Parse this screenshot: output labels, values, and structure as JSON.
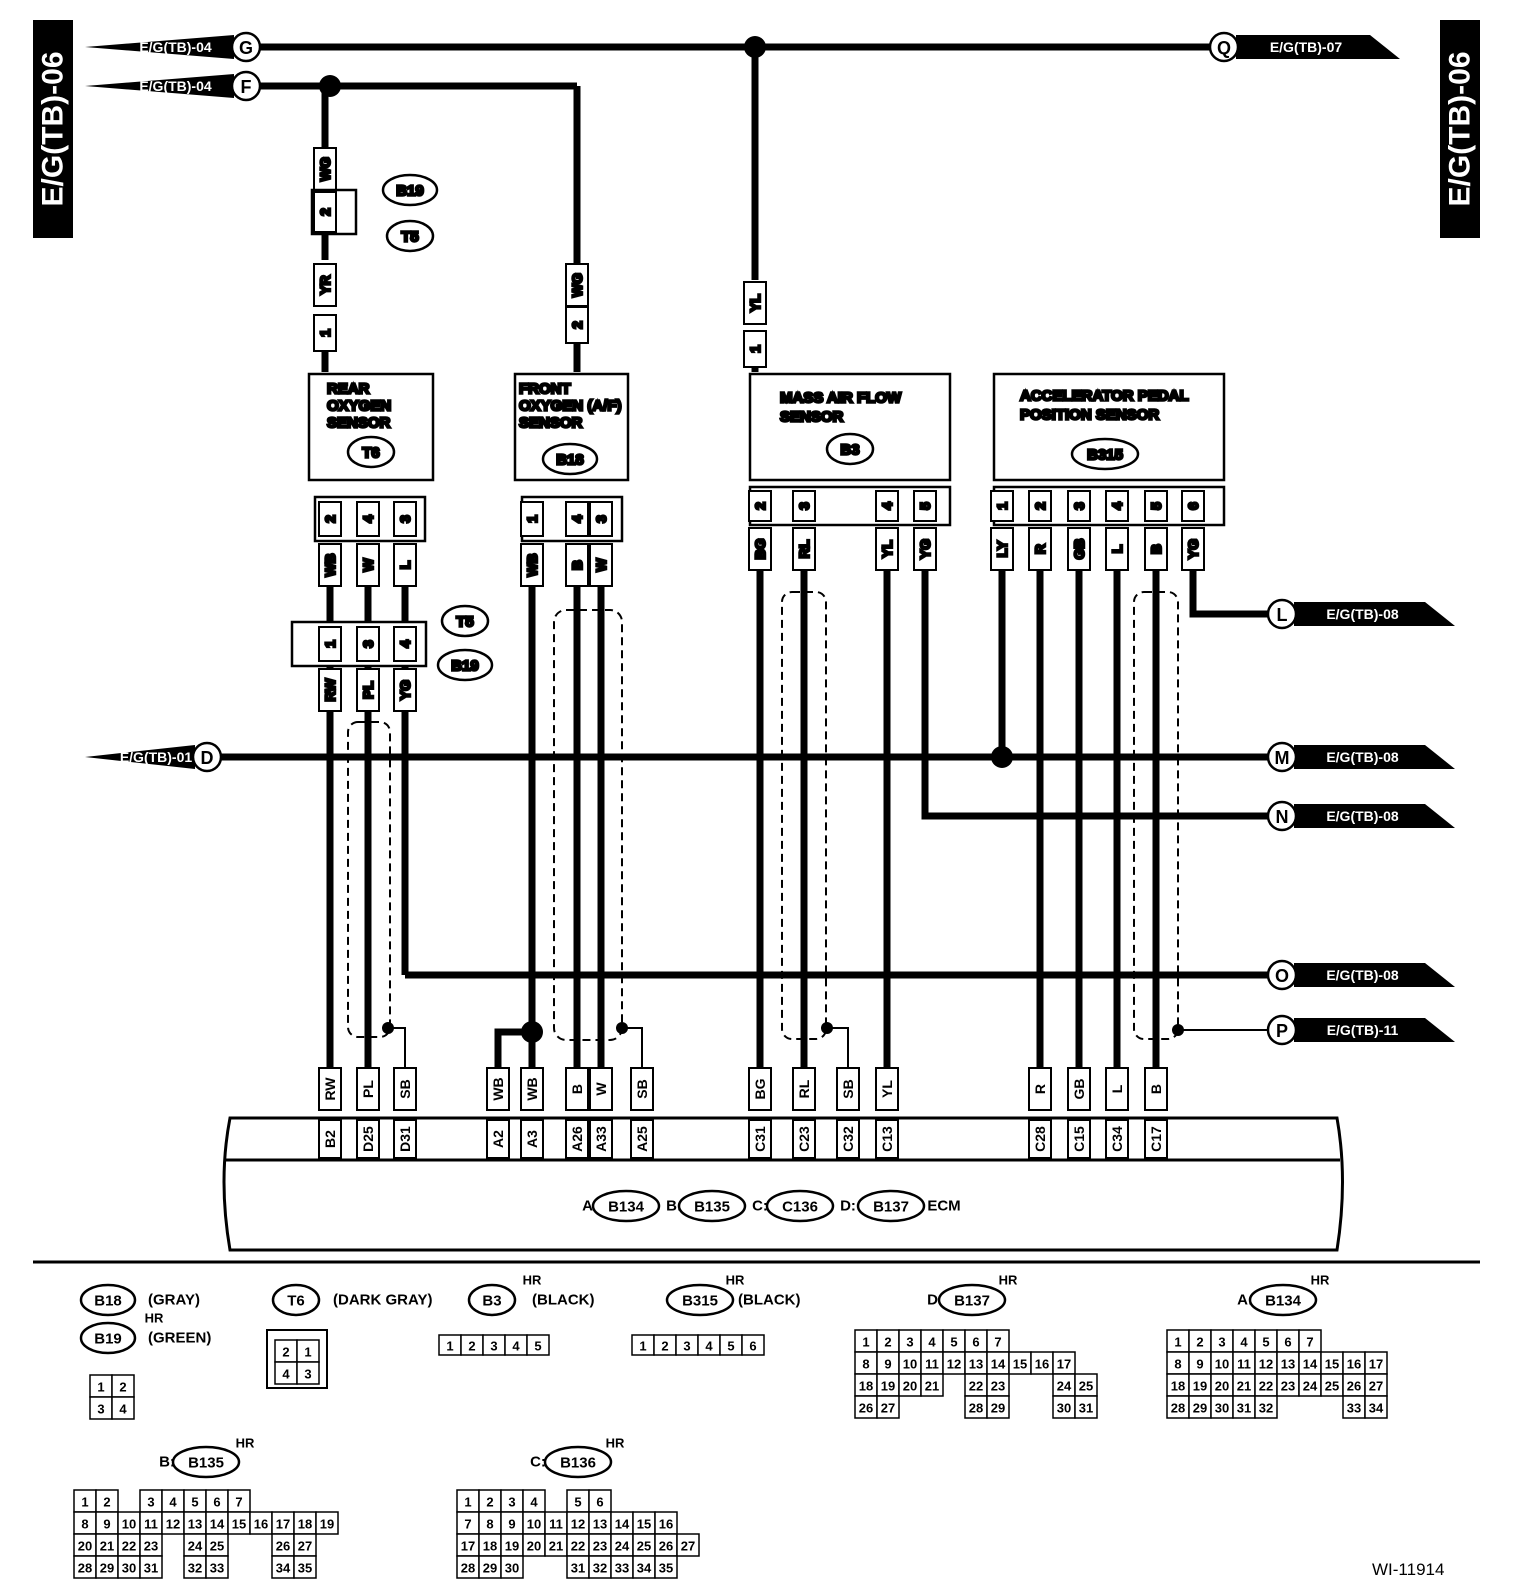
{
  "page_tabs": {
    "left": "E/G(TB)-06",
    "right": "E/G(TB)-06"
  },
  "figure_id": "WI-11914",
  "refs": {
    "G": {
      "letter": "G",
      "label": "E/G(TB)-04"
    },
    "F": {
      "letter": "F",
      "label": "E/G(TB)-04"
    },
    "Q": {
      "letter": "Q",
      "label": "E/G(TB)-07"
    },
    "D": {
      "letter": "D",
      "label": "E/G(TB)-01"
    },
    "L": {
      "letter": "L",
      "label": "E/G(TB)-08"
    },
    "M": {
      "letter": "M",
      "label": "E/G(TB)-08"
    },
    "N": {
      "letter": "N",
      "label": "E/G(TB)-08"
    },
    "O": {
      "letter": "O",
      "label": "E/G(TB)-08"
    },
    "P": {
      "letter": "P",
      "label": "E/G(TB)-11"
    }
  },
  "components": {
    "rear_o2": {
      "lines": [
        "REAR",
        "OXYGEN",
        "SENSOR"
      ],
      "connector": "T6"
    },
    "front_o2": {
      "lines": [
        "FRONT",
        "OXYGEN (A/F)",
        "SENSOR"
      ],
      "connector": "B18"
    },
    "maf": {
      "lines": [
        "MASS AIR FLOW",
        "SENSOR"
      ],
      "connector": "B3"
    },
    "apps": {
      "lines": [
        "ACCELERATOR PEDAL",
        "POSITION SENSOR"
      ],
      "connector": "B315"
    }
  },
  "wires": {
    "rear_in_upper": "WG",
    "rear_in_lower": "YR",
    "front_in": "WG",
    "maf_in": "YL",
    "rear_o2_pins": [
      {
        "pin": "2",
        "color": "WB"
      },
      {
        "pin": "4",
        "color": "W"
      },
      {
        "pin": "3",
        "color": "L"
      }
    ],
    "front_o2_pins": [
      {
        "pin": "1",
        "color": "WB"
      },
      {
        "pin": "4",
        "color": "B"
      },
      {
        "pin": "3",
        "color": "W"
      }
    ],
    "maf_pins": [
      {
        "pin": "2",
        "color": "BG"
      },
      {
        "pin": "3",
        "color": "RL"
      },
      {
        "pin": "4",
        "color": "YL"
      },
      {
        "pin": "5",
        "color": "YG"
      }
    ],
    "apps_pins": [
      {
        "pin": "1",
        "color": "LY"
      },
      {
        "pin": "2",
        "color": "R"
      },
      {
        "pin": "3",
        "color": "GB"
      },
      {
        "pin": "4",
        "color": "L"
      },
      {
        "pin": "5",
        "color": "B"
      },
      {
        "pin": "6",
        "color": "YG"
      }
    ],
    "joint_lower_pins": [
      {
        "pin": "1",
        "color": "RW"
      },
      {
        "pin": "3",
        "color": "PL"
      },
      {
        "pin": "4",
        "color": "YG"
      }
    ],
    "pin_single_rear": "2",
    "pin_single_rear_low": "1",
    "pin_single_front": "2",
    "pin_single_maf": "1"
  },
  "joint_connectors": {
    "b19": "B19",
    "t5": "T5"
  },
  "ecm_terminals": [
    {
      "color": "RW",
      "pin": "B2"
    },
    {
      "color": "PL",
      "pin": "D25"
    },
    {
      "color": "SB",
      "pin": "D31"
    },
    {
      "color": "WB",
      "pin": "A2"
    },
    {
      "color": "WB",
      "pin": "A3"
    },
    {
      "color": "B",
      "pin": "A26"
    },
    {
      "color": "W",
      "pin": "A33"
    },
    {
      "color": "SB",
      "pin": "A25"
    },
    {
      "color": "BG",
      "pin": "C31"
    },
    {
      "color": "RL",
      "pin": "C23"
    },
    {
      "color": "SB",
      "pin": "C32"
    },
    {
      "color": "YL",
      "pin": "C13"
    },
    {
      "color": "R",
      "pin": "C28"
    },
    {
      "color": "GB",
      "pin": "C15"
    },
    {
      "color": "L",
      "pin": "C34"
    },
    {
      "color": "B",
      "pin": "C17"
    }
  ],
  "ecm_legend": {
    "a_prefix": "A:",
    "a_conn": "B134",
    "b_prefix": "B:",
    "b_conn": "B135",
    "c_prefix": "C:",
    "c_conn": "C136",
    "d_prefix": "D:",
    "d_conn": "B137",
    "name": "ECM"
  },
  "legend": {
    "b18": {
      "conn": "B18",
      "desc": "(GRAY)"
    },
    "b19": {
      "conn": "B19",
      "desc": "(GREEN)",
      "tag": "HR"
    },
    "t6": {
      "conn": "T6",
      "desc": "(DARK GRAY)"
    },
    "b3": {
      "conn": "B3",
      "desc": "(BLACK)",
      "tag": "HR"
    },
    "b315": {
      "conn": "B315",
      "desc": "(BLACK)",
      "tag": "HR"
    },
    "d137": {
      "prefix": "D:",
      "conn": "B137",
      "tag": "HR"
    },
    "a134": {
      "prefix": "A:",
      "conn": "B134",
      "tag": "HR"
    },
    "b135": {
      "prefix": "B:",
      "conn": "B135",
      "tag": "HR"
    },
    "c136": {
      "prefix": "C:",
      "conn": "B136",
      "tag": "HR"
    }
  },
  "grids": {
    "g4": [
      [
        "1",
        "2"
      ],
      [
        "3",
        "4"
      ]
    ],
    "t6": [
      [
        "2",
        "1"
      ],
      [
        "4",
        "3"
      ]
    ],
    "b3": [
      [
        "1",
        "2",
        "3",
        "4",
        "5"
      ]
    ],
    "b315": [
      [
        "1",
        "2",
        "3",
        "4",
        "5",
        "6"
      ]
    ],
    "d137": [
      [
        "1",
        "2",
        "3",
        "4",
        "5",
        "6",
        "7"
      ],
      [
        "8",
        "9",
        "10",
        "11",
        "12",
        "13",
        "14",
        "15",
        "16",
        "17"
      ],
      [
        "18",
        "19",
        "20",
        "21",
        "",
        "22",
        "23",
        "",
        "",
        "24",
        "25"
      ],
      [
        "26",
        "27",
        "",
        "",
        "",
        "28",
        "29",
        "",
        "",
        "30",
        "31"
      ]
    ],
    "a134": [
      [
        "1",
        "2",
        "3",
        "4",
        "5",
        "6",
        "7"
      ],
      [
        "8",
        "9",
        "10",
        "11",
        "12",
        "13",
        "14",
        "15",
        "16",
        "17"
      ],
      [
        "18",
        "19",
        "20",
        "21",
        "22",
        "23",
        "24",
        "25",
        "26",
        "27"
      ],
      [
        "28",
        "29",
        "30",
        "31",
        "32",
        "",
        "",
        "",
        "33",
        "34"
      ]
    ],
    "b135": [
      [
        "1",
        "2",
        "",
        "3",
        "4",
        "5",
        "6",
        "7"
      ],
      [
        "8",
        "9",
        "10",
        "11",
        "12",
        "13",
        "14",
        "15",
        "16",
        "17",
        "18",
        "19"
      ],
      [
        "20",
        "21",
        "22",
        "23",
        "",
        "24",
        "25",
        "",
        "",
        "26",
        "27"
      ],
      [
        "28",
        "29",
        "30",
        "31",
        "",
        "32",
        "33",
        "",
        "",
        "34",
        "35"
      ]
    ],
    "c136": [
      [
        "1",
        "2",
        "3",
        "4",
        "",
        "5",
        "6"
      ],
      [
        "7",
        "8",
        "9",
        "10",
        "11",
        "12",
        "13",
        "14",
        "15",
        "16"
      ],
      [
        "17",
        "18",
        "19",
        "20",
        "21",
        "22",
        "23",
        "24",
        "25",
        "26",
        "27"
      ],
      [
        "28",
        "29",
        "30",
        "",
        "",
        "31",
        "32",
        "33",
        "34",
        "35"
      ]
    ]
  }
}
